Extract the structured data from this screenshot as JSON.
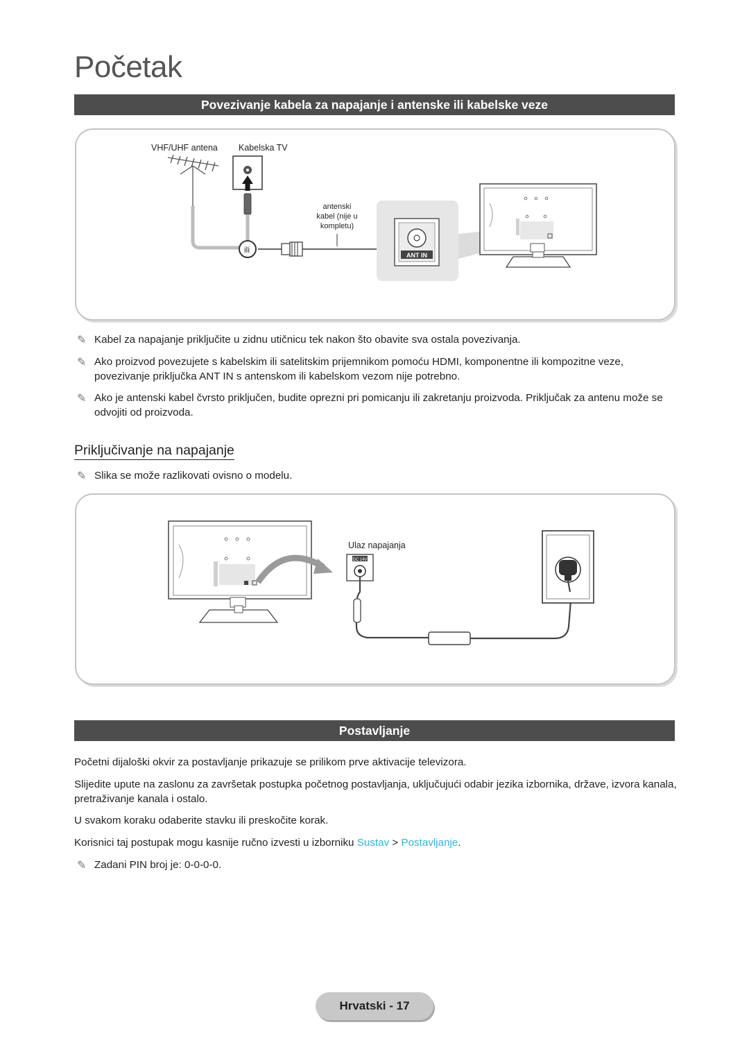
{
  "page": {
    "title": "Početak",
    "footer": "Hrvatski - 17"
  },
  "section_antenna": {
    "heading": "Povezivanje kabela za napajanje i antenske ili kabelske veze",
    "figure": {
      "label_vhf": "VHF/UHF antena",
      "label_cable_tv": "Kabelska TV",
      "label_cable_line1": "antenski",
      "label_cable_line2": "kabel (nije u",
      "label_cable_line3": "kompletu)",
      "label_or": "ili",
      "label_port": "ANT IN"
    },
    "notes": [
      "Kabel za napajanje priključite u zidnu utičnicu tek nakon što obavite sva ostala povezivanja.",
      "Ako proizvod povezujete s kabelskim ili satelitskim prijemnikom pomoću HDMI, komponentne ili kompozitne veze, povezivanje priključka ANT IN s antenskom ili kabelskom vezom nije potrebno.",
      "Ako je antenski kabel čvrsto priključen, budite oprezni pri pomicanju ili zakretanju proizvoda. Priključak za antenu može se odvojiti od proizvoda."
    ]
  },
  "section_power": {
    "heading": "Priključivanje na napajanje",
    "note": "Slika se može razlikovati ovisno o modelu.",
    "figure": {
      "label_power_in": "Ulaz napajanja",
      "label_dc": "DC 14V"
    }
  },
  "section_setup": {
    "heading": "Postavljanje",
    "para1": "Početni dijaloški okvir za postavljanje prikazuje se prilikom prve aktivacije televizora.",
    "para2": "Slijedite upute na zaslonu za završetak postupka početnog postavljanja, uključujući odabir jezika izbornika, države, izvora kanala, pretraživanje kanala i ostalo.",
    "para3": "U svakom koraku odaberite stavku ili preskočite korak.",
    "para4_prefix": "Korisnici taj postupak mogu kasnije ručno izvesti u izborniku ",
    "menu_system": "Sustav",
    "menu_separator": " > ",
    "menu_setup": "Postavljanje",
    "para4_suffix": ".",
    "note_pin": "Zadani PIN broj je: 0-0-0-0."
  },
  "colors": {
    "section_bar": "#4d4d4d",
    "menu_link": "#3ab0d2",
    "footer_pill": "#c8c8c8"
  },
  "icons": {
    "note_marker": "pencil-icon"
  }
}
